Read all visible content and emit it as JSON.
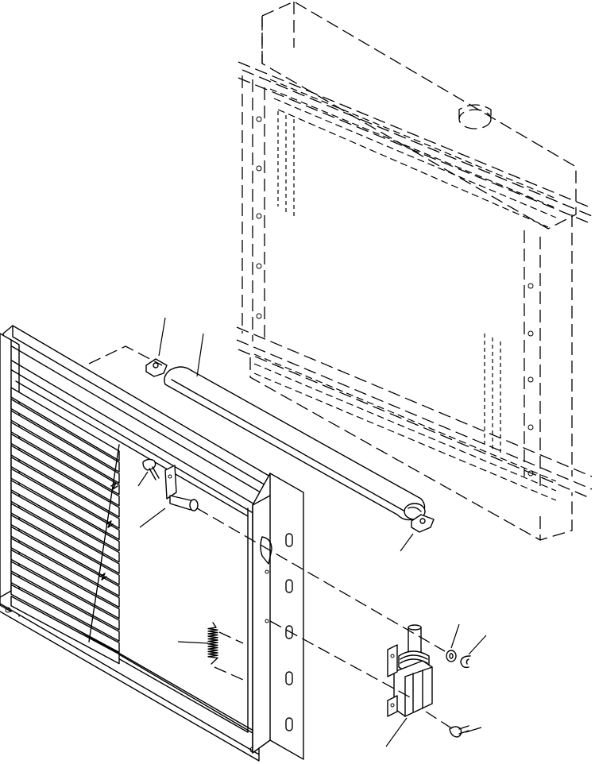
{
  "figure": {
    "kind": "exploded parts illustration",
    "parts": [
      {
        "id": "radiator",
        "icon": "radiator-icon",
        "style": "phantom-dashed"
      },
      {
        "id": "louvre-shutter",
        "icon": "shutter-frame-icon"
      },
      {
        "id": "seal-strip",
        "icon": "seal-strip-icon"
      },
      {
        "id": "clip-left",
        "icon": "clip-icon"
      },
      {
        "id": "clip-right",
        "icon": "clip-icon"
      },
      {
        "id": "bolt-upper",
        "icon": "bolt-icon"
      },
      {
        "id": "pivot-bracket",
        "icon": "bracket-icon"
      },
      {
        "id": "spring",
        "icon": "spring-icon"
      },
      {
        "id": "solenoid",
        "icon": "solenoid-icon"
      },
      {
        "id": "washer",
        "icon": "washer-icon"
      },
      {
        "id": "snap-ring",
        "icon": "snap-ring-icon"
      },
      {
        "id": "screw-lower",
        "icon": "screw-icon"
      }
    ],
    "callout_count": 10,
    "line_color": "#000000",
    "background": "#ffffff"
  }
}
